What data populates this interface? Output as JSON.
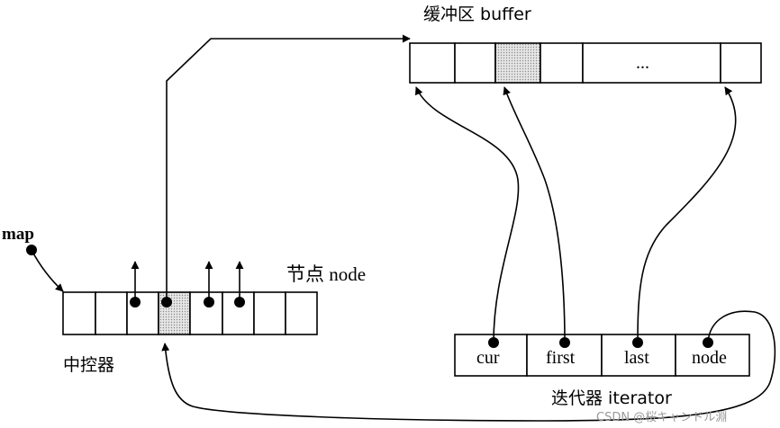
{
  "labels": {
    "buffer": "缓冲区 buffer",
    "map": "map",
    "node_label": "节点 node",
    "controller": "中控器",
    "iterator": "迭代器 iterator",
    "ellipsis": "...",
    "watermark": "CSDN @桜キャンドル淵"
  },
  "iterator_fields": [
    "cur",
    "first",
    "last",
    "node"
  ],
  "colors": {
    "ink": "#000000",
    "shaded_cell": "#cfcfcf",
    "watermark": "#9a9a9a"
  }
}
